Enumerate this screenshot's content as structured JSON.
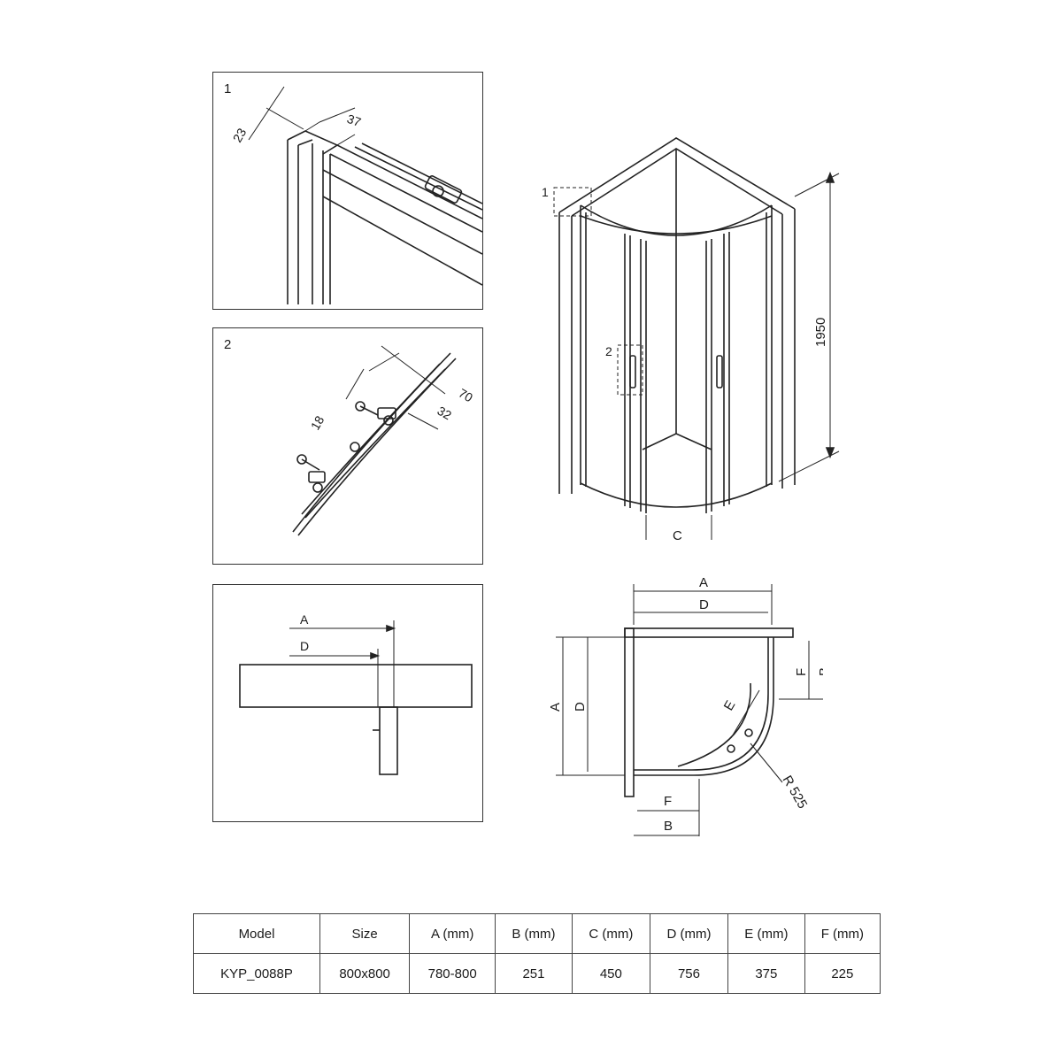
{
  "details": [
    {
      "number": "1",
      "dims": [
        "23",
        "37"
      ]
    },
    {
      "number": "2",
      "dims": [
        "18",
        "32",
        "70"
      ]
    },
    {
      "number": "",
      "dims": [
        "A",
        "D"
      ]
    }
  ],
  "main_view": {
    "height_label": "1950",
    "callout_1": "1",
    "callout_2": "2",
    "width_label": "C"
  },
  "plan_view": {
    "labels": [
      "A",
      "D",
      "A",
      "D",
      "F",
      "B",
      "E",
      "R 525",
      "F",
      "B"
    ]
  },
  "table": {
    "headers": [
      "Model",
      "Size",
      "A (mm)",
      "B (mm)",
      "C (mm)",
      "D (mm)",
      "E (mm)",
      "F (mm)"
    ],
    "rows": [
      [
        "KYP_0088P",
        "800x800",
        "780-800",
        "251",
        "450",
        "756",
        "375",
        "225"
      ]
    ]
  }
}
